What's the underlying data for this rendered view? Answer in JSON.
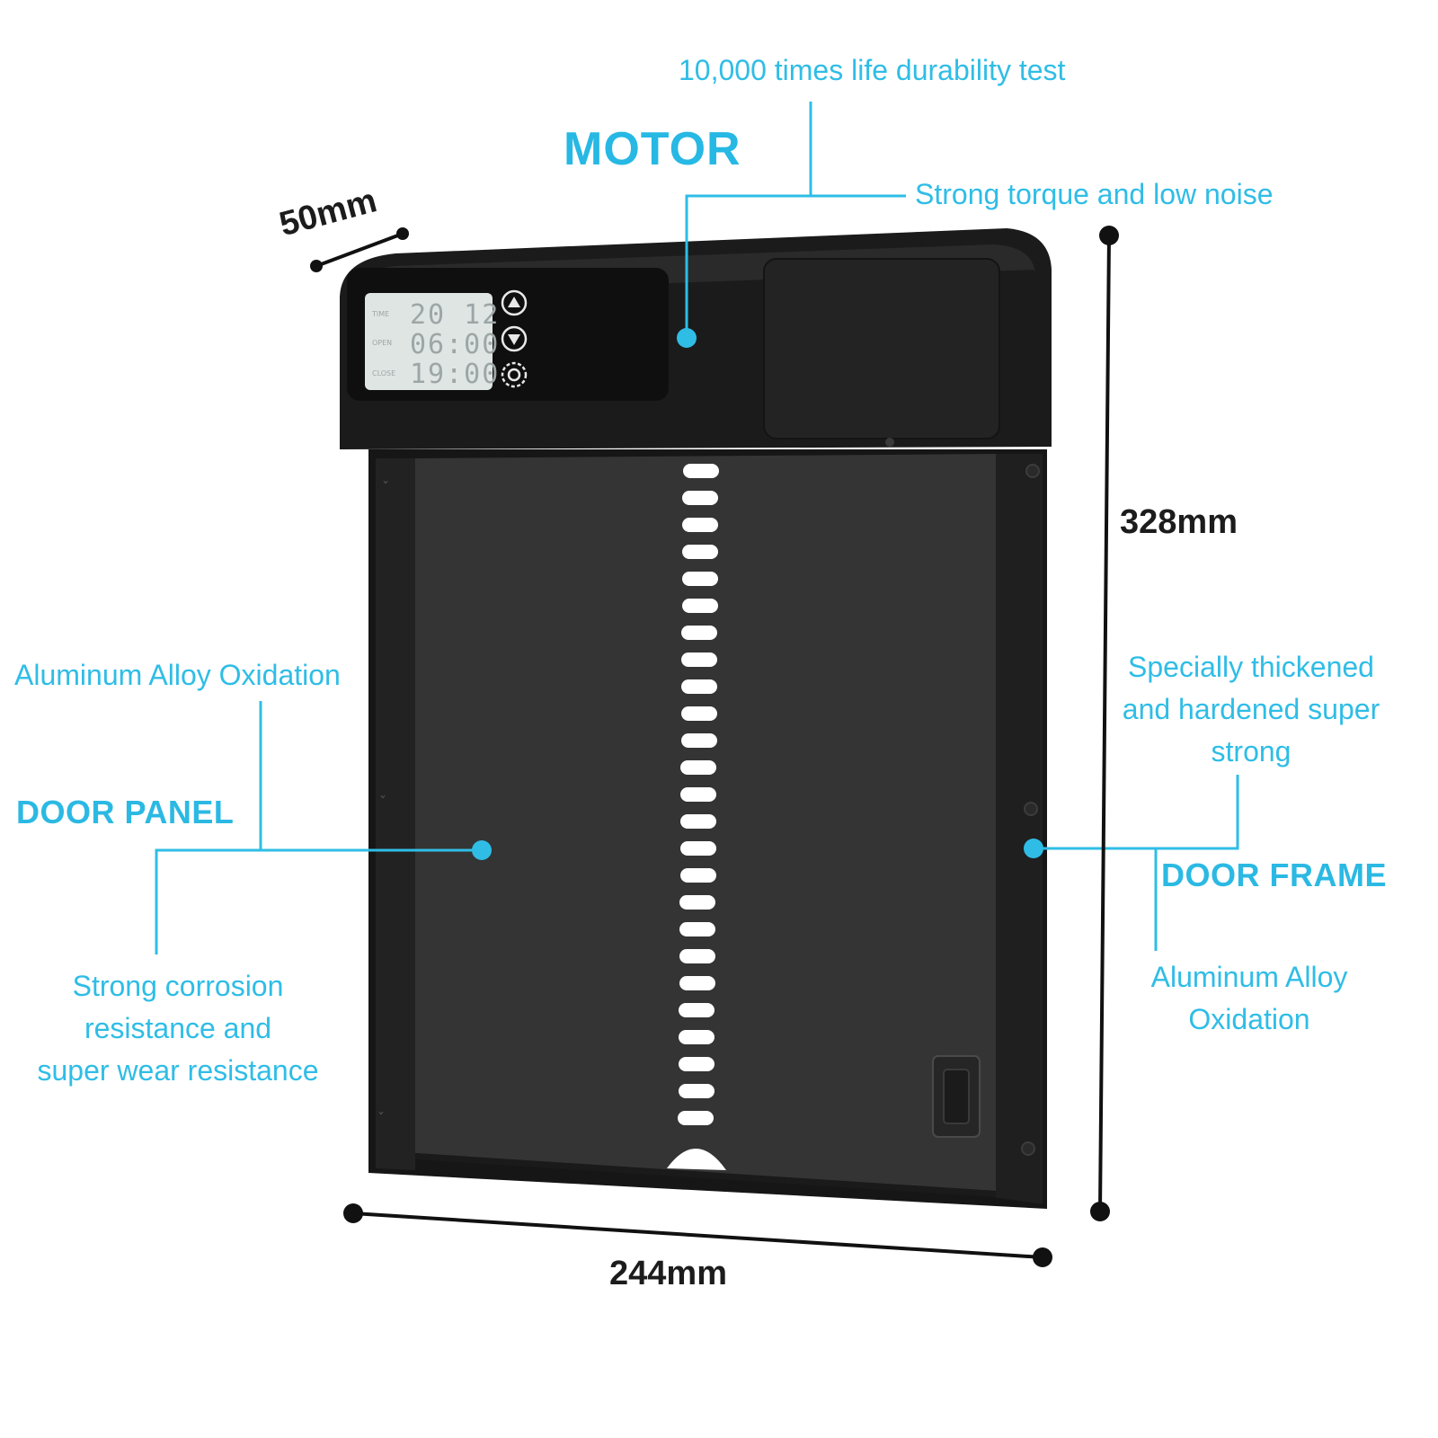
{
  "motor": {
    "title": "MOTOR",
    "note_top": "10,000 times life durability test",
    "note_right": "Strong torque and low noise"
  },
  "door_panel": {
    "title": "DOOR PANEL",
    "material": "Aluminum Alloy Oxidation",
    "feature_lines": [
      "Strong corrosion",
      "resistance and",
      "super wear resistance"
    ]
  },
  "door_frame": {
    "title": "DOOR FRAME",
    "feature_lines": [
      "Specially thickened",
      "and hardened super",
      "strong"
    ],
    "material_lines": [
      "Aluminum Alloy",
      "Oxidation"
    ]
  },
  "dimensions": {
    "depth": "50mm",
    "height": "328mm",
    "width": "244mm"
  },
  "lcd": {
    "row1": "20 12",
    "row2": "06:00",
    "row3": "19:00"
  },
  "colors": {
    "accent": "#2bb9e3",
    "device": "#1e1e1e",
    "dimension_text": "#1c1c1c"
  },
  "icons": [
    "up-arrow-button-icon",
    "down-arrow-button-icon",
    "gear-settings-icon"
  ]
}
